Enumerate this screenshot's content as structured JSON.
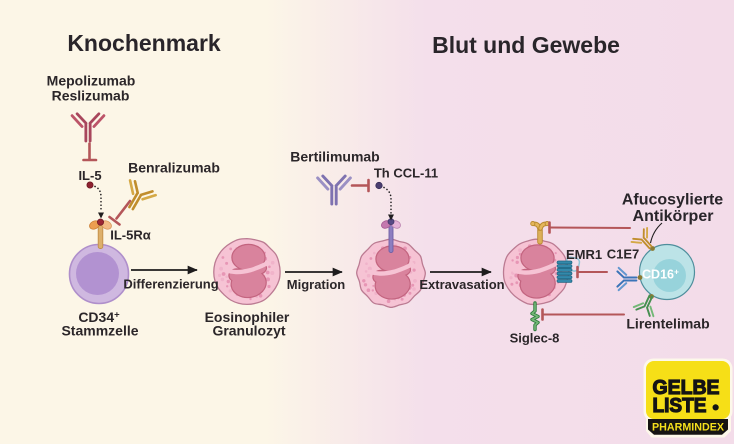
{
  "titles": {
    "left": "Knochenmark",
    "right": "Blut und Gewebe"
  },
  "labels": {
    "mepolizumab": "Mepolizumab",
    "reslizumab": "Reslizumab",
    "il5": "IL-5",
    "benralizumab": "Benralizumab",
    "il5ra": "IL-5Rα",
    "cd34": "CD34",
    "cd34_sup": "+",
    "stammzelle": "Stammzelle",
    "differenzierung": "Differenzierung",
    "eosinophiler": "Eosinophiler",
    "granulozyt": "Granulozyt",
    "migration": "Migration",
    "bertilimumab": "Bertilimumab",
    "th_ccl11": "Th CCL-11",
    "extravasation": "Extravasation",
    "emr1": "EMR1",
    "c1e7": "C1E7",
    "cd16": "CD16",
    "cd16_sup": "+",
    "afucosylierte": "Afucosylierte",
    "antikoerper": "Antikörper",
    "lirentelimab": "Lirentelimab",
    "siglec8": "Siglec-8"
  },
  "logo": {
    "gelbe": "GELBE",
    "liste": "LISTE",
    "dot": "●",
    "pharmindex": "PHARMINDEX"
  },
  "colors": {
    "background_left": "#fcf6e7",
    "background_right": "#f3dce9",
    "antibody_red": "#ab4256",
    "antibody_gold": "#c99734",
    "antibody_purple": "#7b6fae",
    "antibody_blue": "#2e6cb0",
    "antibody_green": "#3f8c4a",
    "inhibit_red": "#b45659",
    "cell_pink": "#f6c3d4",
    "nucleus_rose": "#d9839d",
    "stem_cell_purple": "#cfb8e0",
    "cd16_cell_blue": "#bce3e7",
    "logo_yellow": "#f6df17"
  }
}
